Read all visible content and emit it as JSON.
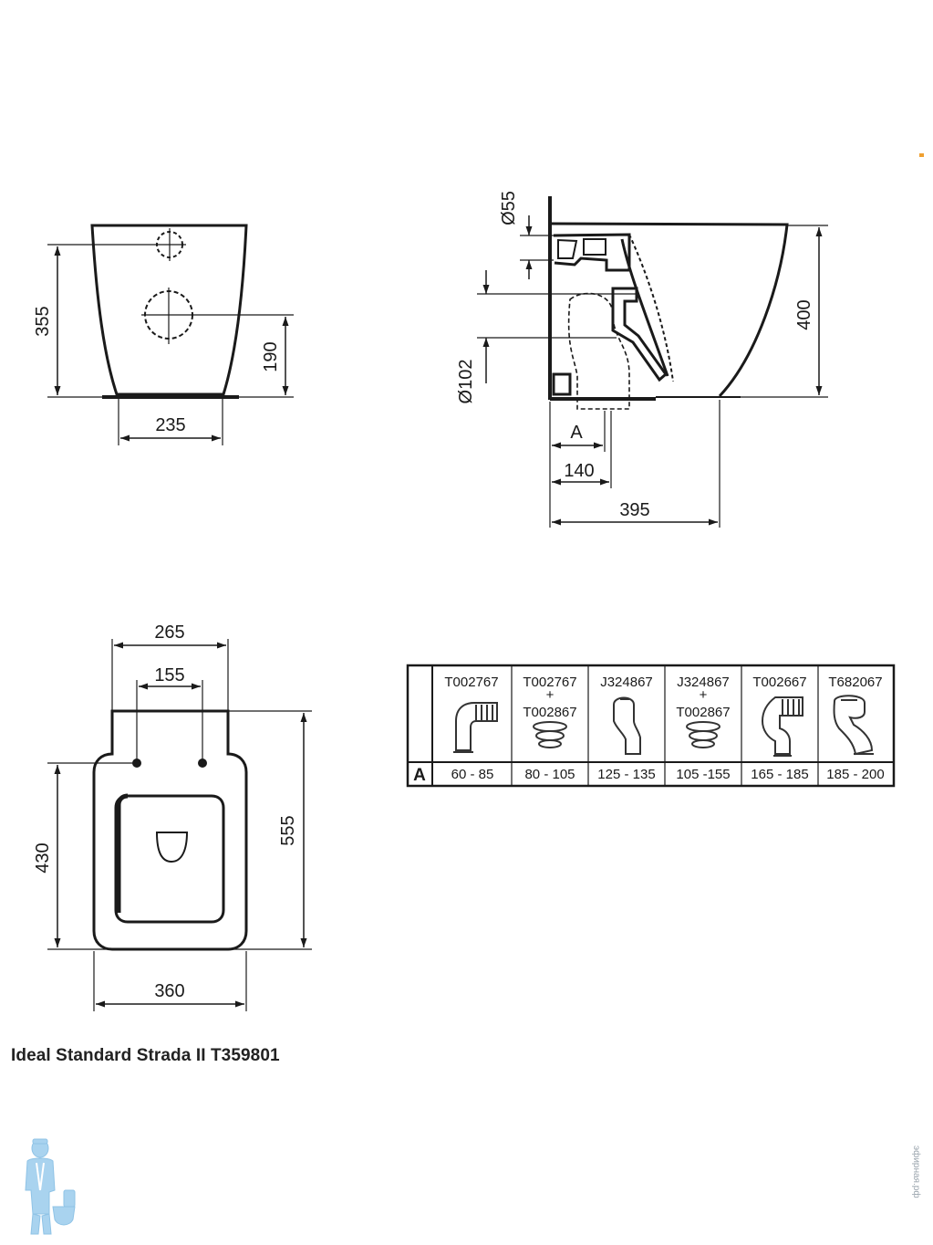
{
  "front_view": {
    "height": "355",
    "outlet_height": "190",
    "base_width": "235"
  },
  "side_view": {
    "inlet_diameter": "Ø55",
    "outlet_diameter": "Ø102",
    "height": "400",
    "offset_label": "A",
    "outlet_offset": "140",
    "depth": "395"
  },
  "top_view": {
    "rear_width": "265",
    "fixing_spacing": "155",
    "bowl_length": "430",
    "total_length": "555",
    "width": "360"
  },
  "connector_table": {
    "row_label": "A",
    "columns": [
      {
        "code": "T002767",
        "plus": "",
        "code2": "",
        "range": "60 - 85"
      },
      {
        "code": "T002767",
        "plus": "+",
        "code2": "T002867",
        "range": "80 - 105"
      },
      {
        "code": "J324867",
        "plus": "",
        "code2": "",
        "range": "125 - 135"
      },
      {
        "code": "J324867",
        "plus": "+",
        "code2": "T002867",
        "range": "105 -155"
      },
      {
        "code": "T002667",
        "plus": "",
        "code2": "",
        "range": "165 - 185"
      },
      {
        "code": "T682067",
        "plus": "",
        "code2": "",
        "range": "185 - 200"
      }
    ]
  },
  "caption": "Ideal Standard Strada II T359801",
  "watermark": "эфирная.рф",
  "colors": {
    "line": "#1a1a1a",
    "logo": "#a9d3ef",
    "accent": "#f0a030"
  },
  "icons": [
    "plumber-logo-icon"
  ]
}
